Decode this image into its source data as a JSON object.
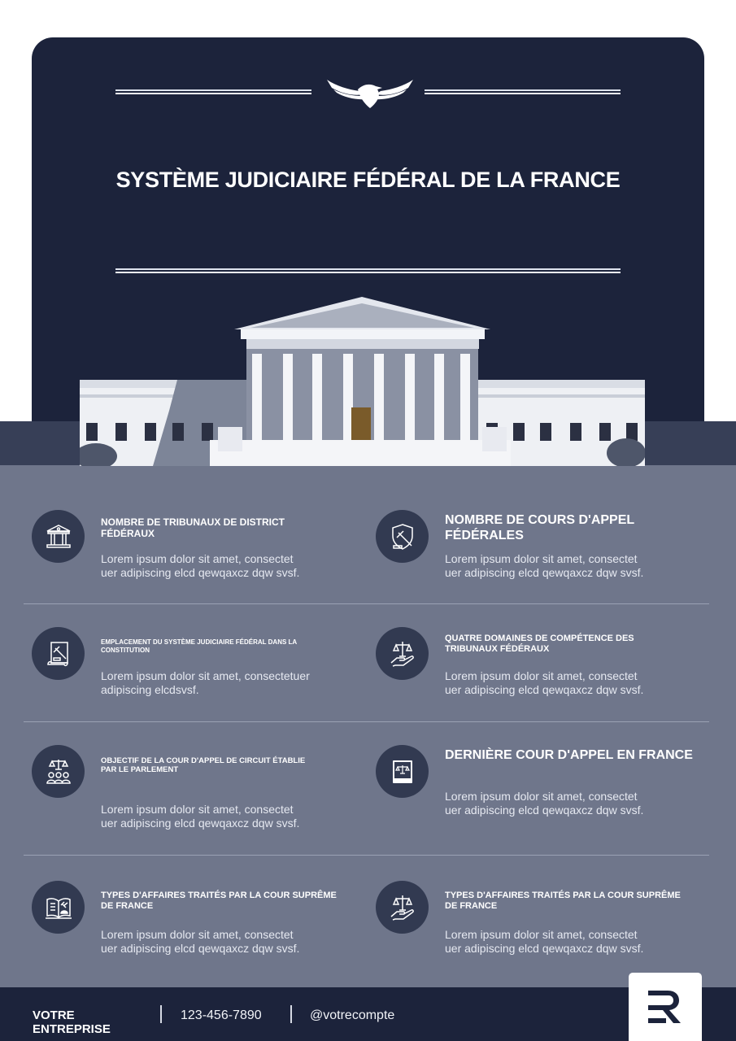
{
  "header": {
    "title": "SYSTÈME JUDICIAIRE FÉDÉRAL DE LA FRANCE",
    "emblem": "eagle-icon",
    "illustration": "supreme-court-building"
  },
  "items": [
    {
      "icon": "courthouse-icon",
      "title": "NOMBRE DE TRIBUNAUX DE DISTRICT FÉDÉRAUX",
      "body_line1": "Lorem ipsum dolor sit amet, consectet",
      "body_line2": "uer adipiscing elcd qewqaxcz dqw svsf."
    },
    {
      "icon": "shield-gavel-icon",
      "title": "NOMBRE DE COURS D'APPEL FÉDÉRALES",
      "body_line1": "Lorem ipsum dolor sit amet, consectet",
      "body_line2": "uer adipiscing elcd qewqaxcz dqw svsf."
    },
    {
      "icon": "scroll-gavel-icon",
      "title": "EMPLACEMENT DU SYSTÈME JUDICIAIRE FÉDÉRAL DANS LA CONSTITUTION",
      "body_line1": "Lorem ipsum dolor sit amet, consectetuer",
      "body_line2": " adipiscing elcdsvsf."
    },
    {
      "icon": "hand-scales-icon",
      "title": "QUATRE DOMAINES DE COMPÉTENCE DES TRIBUNAUX FÉDÉRAUX",
      "body_line1": "Lorem ipsum dolor sit amet, consectet",
      "body_line2": "uer adipiscing elcd qewqaxcz dqw svsf."
    },
    {
      "icon": "scales-people-icon",
      "title": "OBJECTIF DE LA COUR D'APPEL DE CIRCUIT ÉTABLIE PAR LE PARLEMENT",
      "body_line1": "Lorem ipsum dolor sit amet, consectet",
      "body_line2": "uer adipiscing elcd qewqaxcz dqw svsf."
    },
    {
      "icon": "law-book-icon",
      "title": "DERNIÈRE COUR D'APPEL EN FRANCE",
      "body_line1": "Lorem ipsum dolor sit amet, consectet",
      "body_line2": "uer adipiscing elcd qewqaxcz dqw svsf."
    },
    {
      "icon": "open-book-gavel-icon",
      "title": "TYPES D'AFFAIRES TRAITÉS PAR LA COUR SUPRÊME DE FRANCE",
      "body_line1": "Lorem ipsum dolor sit amet, consectet",
      "body_line2": "uer adipiscing elcd qewqaxcz dqw svsf."
    },
    {
      "icon": "hand-scales-icon",
      "title": "TYPES D'AFFAIRES TRAITÉS PAR LA COUR SUPRÊME DE FRANCE",
      "body_line1": "Lorem ipsum dolor sit amet, consectet",
      "body_line2": "uer adipiscing elcd qewqaxcz dqw svsf."
    }
  ],
  "footer": {
    "company": "VOTRE ENTREPRISE",
    "phone": "123-456-7890",
    "handle": "@votrecompte",
    "logo": "ER"
  },
  "colors": {
    "navy": "#1c233b",
    "band": "#373f57",
    "slate": "#6f768b",
    "icon_circle": "#323a51",
    "text_light": "#e6e9f1"
  }
}
